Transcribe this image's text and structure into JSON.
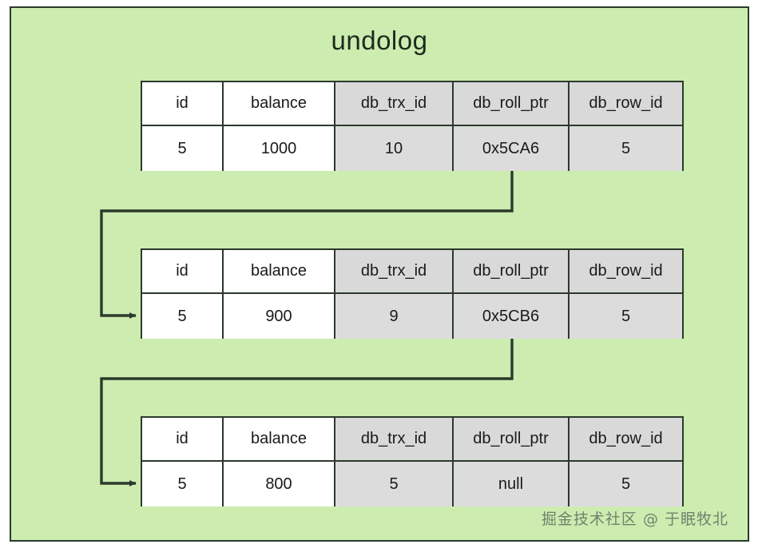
{
  "diagram": {
    "title": "undolog",
    "watermark": "掘金技术社区 @ 于眠牧北",
    "panel_color": "#cdecb0",
    "panel_border_color": "#2b3a2b",
    "shaded_cell_color": "#d9d9d9",
    "plain_cell_color": "#ffffff",
    "connector_color": "#2b3a2b"
  },
  "columns": [
    {
      "key": "id",
      "label": "id",
      "shaded": false
    },
    {
      "key": "balance",
      "label": "balance",
      "shaded": false
    },
    {
      "key": "db_trx_id",
      "label": "db_trx_id",
      "shaded": true
    },
    {
      "key": "db_roll_ptr",
      "label": "db_roll_ptr",
      "shaded": true
    },
    {
      "key": "db_row_id",
      "label": "db_row_id",
      "shaded": true
    }
  ],
  "records": [
    {
      "name": "undolog-record-1",
      "headers": [
        "id",
        "balance",
        "db_trx_id",
        "db_roll_ptr",
        "db_row_id"
      ],
      "values": [
        "5",
        "1000",
        "10",
        "0x5CA6",
        "5"
      ]
    },
    {
      "name": "undolog-record-2",
      "headers": [
        "id",
        "balance",
        "db_trx_id",
        "db_roll_ptr",
        "db_row_id"
      ],
      "values": [
        "5",
        "900",
        "9",
        "0x5CB6",
        "5"
      ]
    },
    {
      "name": "undolog-record-3",
      "headers": [
        "id",
        "balance",
        "db_trx_id",
        "db_roll_ptr",
        "db_row_id"
      ],
      "values": [
        "5",
        "800",
        "5",
        "null",
        "5"
      ]
    }
  ],
  "connectors": [
    {
      "name": "roll-ptr-arrow-1-to-2",
      "from": "undolog-record-1.db_roll_ptr",
      "to": "undolog-record-2"
    },
    {
      "name": "roll-ptr-arrow-2-to-3",
      "from": "undolog-record-2.db_roll_ptr",
      "to": "undolog-record-3"
    }
  ]
}
